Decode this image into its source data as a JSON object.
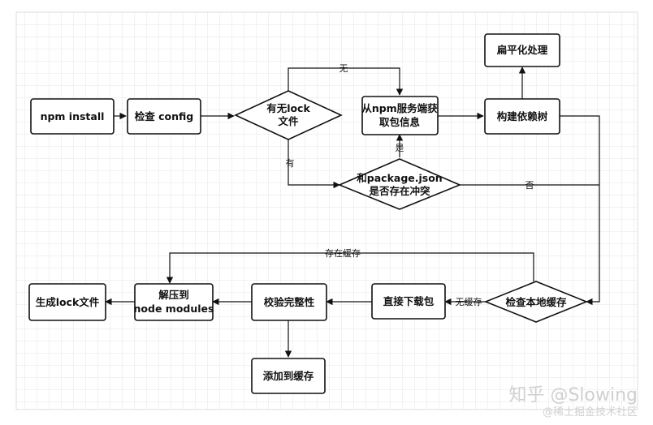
{
  "nodes": {
    "npm_install": "npm install",
    "check_config": "检查 config",
    "has_lock_1": "有无lock",
    "has_lock_2": "文件",
    "fetch_1": "从npm服务端获",
    "fetch_2": "取包信息",
    "build_tree": "构建依赖树",
    "flatten": "扁平化处理",
    "conflict_1": "和package.json",
    "conflict_2": "是否存在冲突",
    "check_cache": "检查本地缓存",
    "download": "直接下载包",
    "verify": "校验完整性",
    "unpack_1": "解压到",
    "unpack_2": "node modules",
    "gen_lock": "生成lock文件",
    "add_cache": "添加到缓存"
  },
  "edges": {
    "none": "无",
    "has": "有",
    "yes": "是",
    "no": "否",
    "cached": "存在缓存",
    "not_cached": "无缓存"
  },
  "watermark": {
    "main": "知乎 @Slowing",
    "sub": "@稀土掘金技术社区"
  }
}
